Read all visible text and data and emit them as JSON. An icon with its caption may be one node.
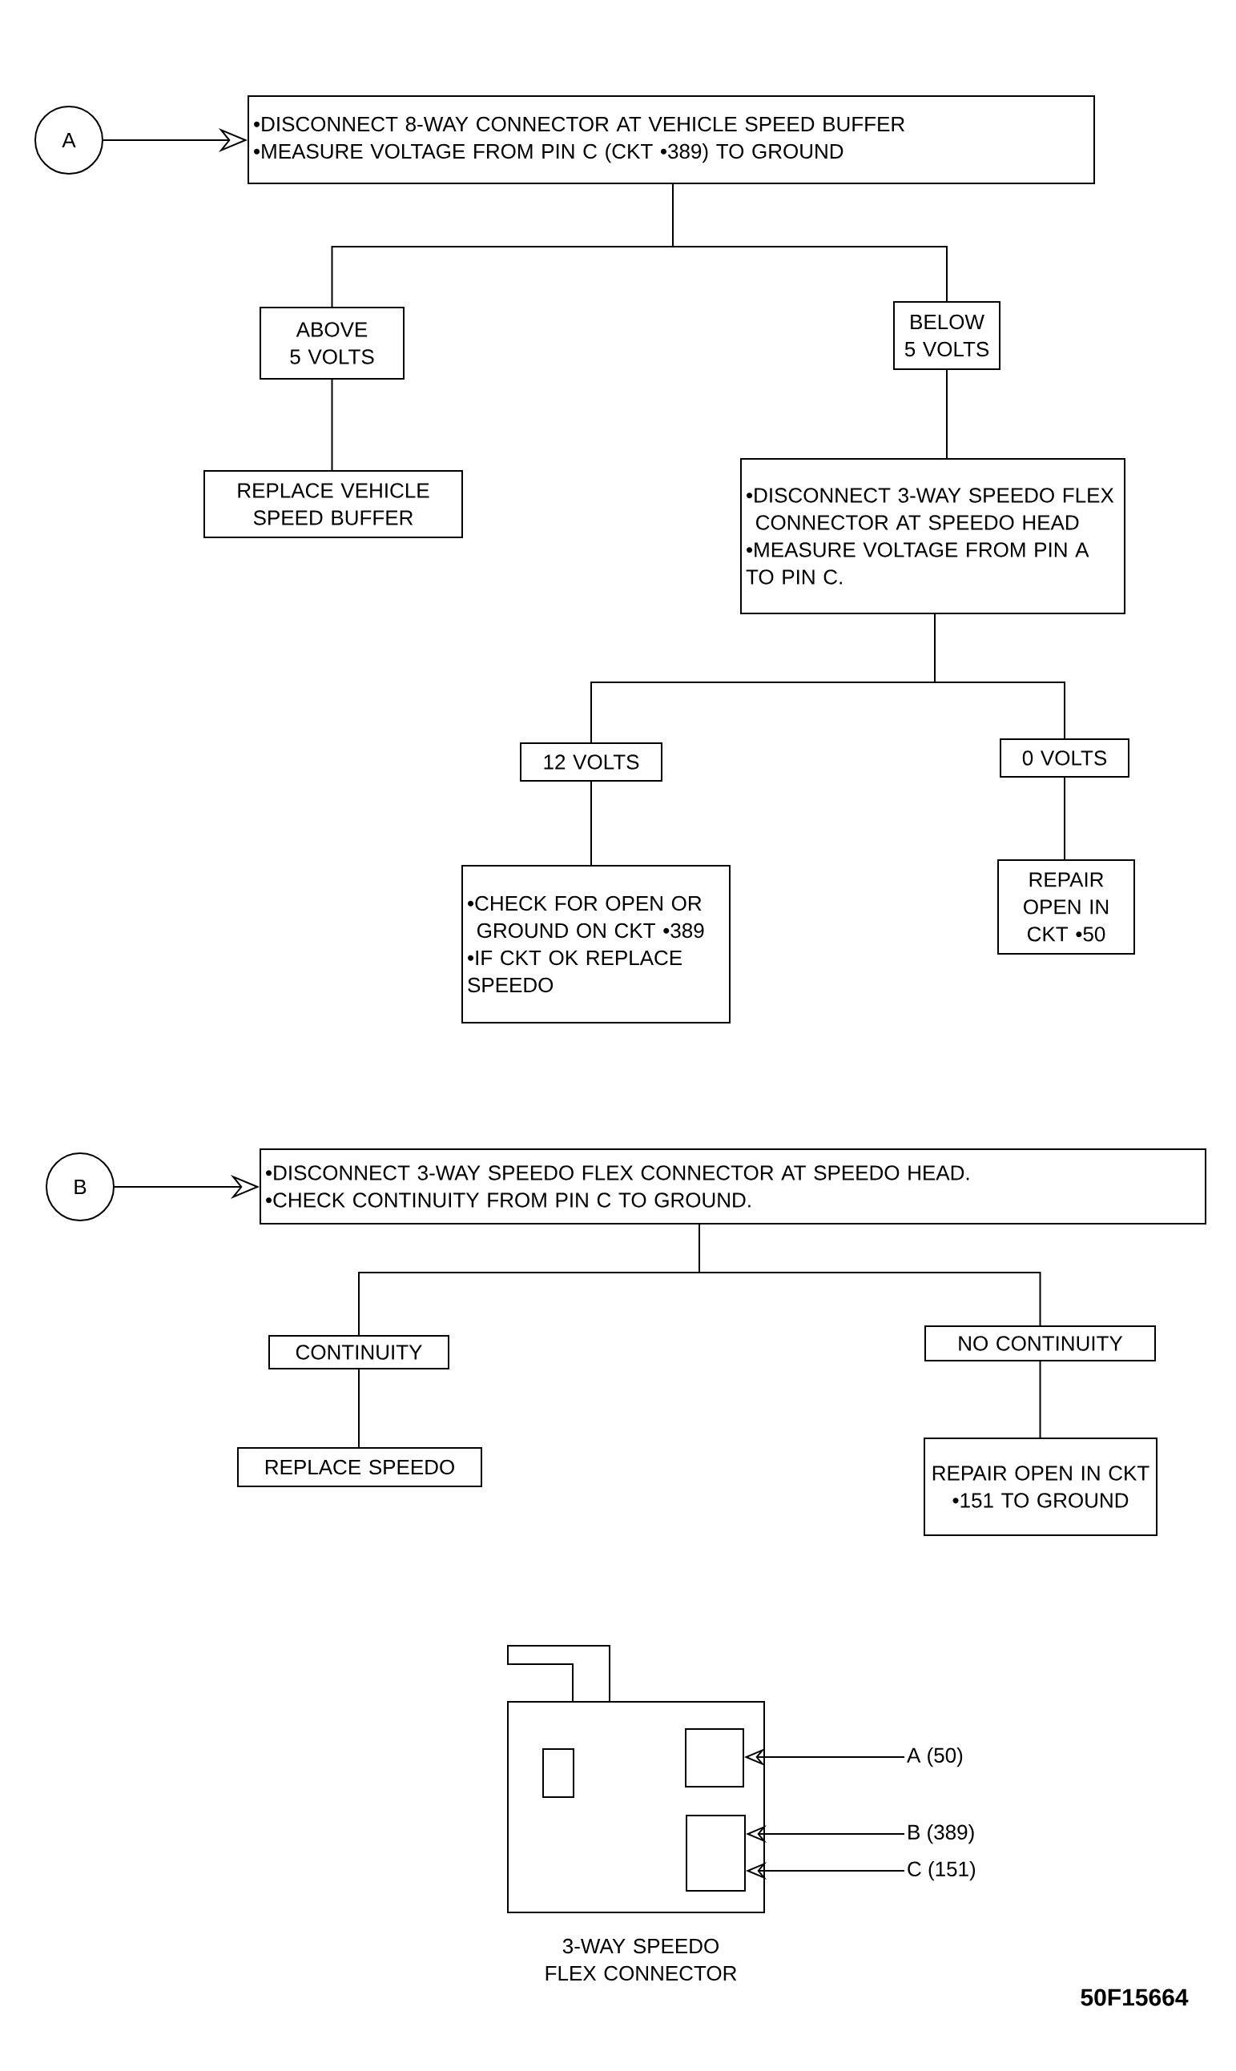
{
  "diagram": {
    "nodes": [
      {
        "text": [
          "A"
        ]
      },
      {
        "text": [
          "•DISCONNECT 8-WAY CONNECTOR AT VEHICLE SPEED BUFFER",
          "•MEASURE VOLTAGE FROM PIN C (CKT •389) TO GROUND"
        ]
      },
      {
        "text": [
          "ABOVE 5 VOLTS"
        ]
      },
      {
        "text": [
          "REPLACE VEHICLE SPEED BUFFER"
        ]
      },
      {
        "text": [
          "BELOW 5 VOLTS"
        ]
      },
      {
        "text": [
          "•DISCONNECT 3-WAY SPEEDO FLEX CONNECTOR AT SPEEDO HEAD",
          "•MEASURE VOLTAGE FROM PIN A TO PIN C."
        ]
      },
      {
        "text": [
          "12 VOLTS"
        ]
      },
      {
        "text": [
          "0 VOLTS"
        ]
      },
      {
        "text": [
          "•CHECK FOR OPEN OR GROUND ON CKT •389",
          "•IF CKT OK REPLACE SPEEDO"
        ]
      },
      {
        "text": [
          "REPAIR OPEN IN CKT •50"
        ]
      },
      {
        "text": [
          "B"
        ]
      },
      {
        "text": [
          "•DISCONNECT 3-WAY SPEEDO FLEX CONNECTOR AT SPEEDO HEAD.",
          "•CHECK CONTINUITY FROM PIN C TO GROUND."
        ]
      },
      {
        "text": [
          "CONTINUITY"
        ]
      },
      {
        "text": [
          "NO CONTINUITY"
        ]
      },
      {
        "text": [
          "REPLACE SPEEDO"
        ]
      },
      {
        "text": [
          "REPAIR OPEN IN CKT •151 TO GROUND"
        ]
      },
      {
        "text": [],
        "shape": "box"
      },
      {
        "text": [],
        "shape": "box",
        "in": 16
      },
      {
        "text": [],
        "shape": "box",
        "in": 16
      },
      {
        "text": [],
        "shape": "box",
        "in": 16
      },
      {
        "text": [
          "A (50)"
        ]
      },
      {
        "text": [
          "B (389)"
        ]
      },
      {
        "text": [
          "C (151)"
        ]
      }
    ],
    "edges": [
      {
        "from": 0,
        "to": 1,
        "arrow": "to"
      },
      {
        "from": 1,
        "to": 2,
        "arrow": "none"
      },
      {
        "from": 1,
        "to": 4,
        "arrow": "none"
      },
      {
        "from": 2,
        "to": 3,
        "arrow": "none"
      },
      {
        "from": 4,
        "to": 5,
        "arrow": "none"
      },
      {
        "from": 5,
        "to": 6,
        "arrow": "none"
      },
      {
        "from": 5,
        "to": 7,
        "arrow": "none"
      },
      {
        "from": 6,
        "to": 8,
        "arrow": "none"
      },
      {
        "from": 7,
        "to": 9,
        "arrow": "none"
      },
      {
        "from": 10,
        "to": 11,
        "arrow": "to"
      },
      {
        "from": 11,
        "to": 12,
        "arrow": "none"
      },
      {
        "from": 11,
        "to": 13,
        "arrow": "none"
      },
      {
        "from": 12,
        "to": 14,
        "arrow": "none"
      },
      {
        "from": 13,
        "to": 15,
        "arrow": "none"
      },
      {
        "from": 20,
        "to": 18,
        "arrow": "to"
      },
      {
        "from": 21,
        "to": 19,
        "arrow": "to"
      },
      {
        "from": 22,
        "to": 19,
        "arrow": "to"
      }
    ],
    "labels": [
      "3-WAY SPEEDO FLEX CONNECTOR",
      "50F15664"
    ]
  }
}
